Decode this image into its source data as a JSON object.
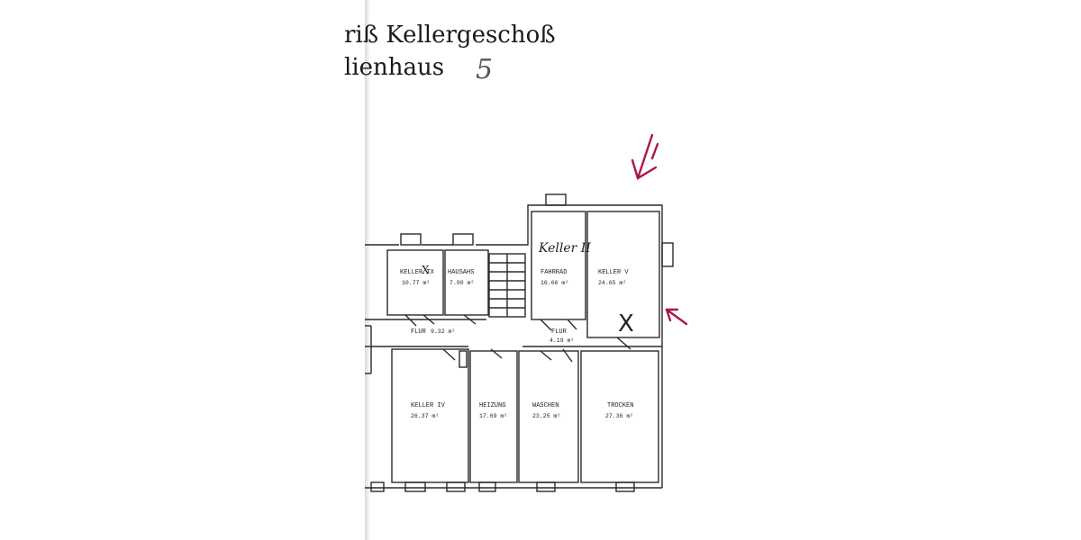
{
  "title": {
    "line_1": "riß Kellergeschoß",
    "line_2": "lienhaus",
    "handwritten_number": "5"
  },
  "rooms": [
    {
      "id": "keller-ix",
      "label": "KELLER IX",
      "area": "10.77 m²"
    },
    {
      "id": "hausans",
      "label": "HAUSAHS",
      "area": "7.90 m²"
    },
    {
      "id": "fahrrad",
      "label": "FAHRRAD",
      "area": "16.66 m²"
    },
    {
      "id": "keller-v",
      "label": "KELLER V",
      "area": "24.65 m²"
    },
    {
      "id": "flur-1",
      "label": "FLUR",
      "area": "9.32 m²"
    },
    {
      "id": "flur-2",
      "label": "FLUR",
      "area": "4.19 m²"
    },
    {
      "id": "keller-iv",
      "label": "KELLER IV",
      "area": "26.37 m²"
    },
    {
      "id": "heizung",
      "label": "HEIZUNG",
      "area": "17.69 m²"
    },
    {
      "id": "waschen",
      "label": "WASCHEN",
      "area": "23.25 m²"
    },
    {
      "id": "trocken",
      "label": "TROCKEN",
      "area": "27.36 m²"
    }
  ],
  "annotations": {
    "handwritten_keller": "Keller II",
    "cross_mark": "X",
    "arrow_color": "#b0144a"
  }
}
